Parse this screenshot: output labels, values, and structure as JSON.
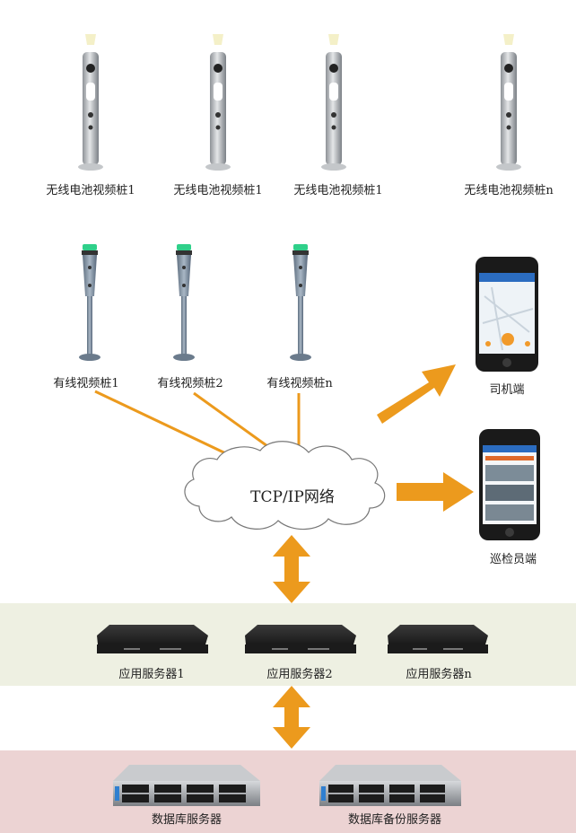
{
  "wireless_piles": [
    {
      "label": "无线电池视频桩1"
    },
    {
      "label": "无线电池视频桩1"
    },
    {
      "label": "无线电池视频桩1"
    },
    {
      "label": "无线电池视频桩n"
    }
  ],
  "wired_piles": [
    {
      "label": "有线视频桩1"
    },
    {
      "label": "有线视频桩2"
    },
    {
      "label": "有线视频桩n"
    }
  ],
  "network": {
    "label": "TCP/IP网络"
  },
  "mobile": {
    "driver": {
      "label": "司机端"
    },
    "inspector": {
      "label": "巡检员端"
    }
  },
  "app_servers": [
    {
      "label": "应用服务器1"
    },
    {
      "label": "应用服务器2"
    },
    {
      "label": "应用服务器n"
    }
  ],
  "db_servers": [
    {
      "label": "数据库服务器"
    },
    {
      "label": "数据库备份服务器"
    }
  ],
  "colors": {
    "arrow": "#ec9a1d",
    "app_band": "#eef0e2",
    "db_band": "#ecd3d3",
    "pile_silver": "#b8bcc0",
    "pole_blue": "#7d8ea0",
    "led_green": "#2fd08a"
  }
}
